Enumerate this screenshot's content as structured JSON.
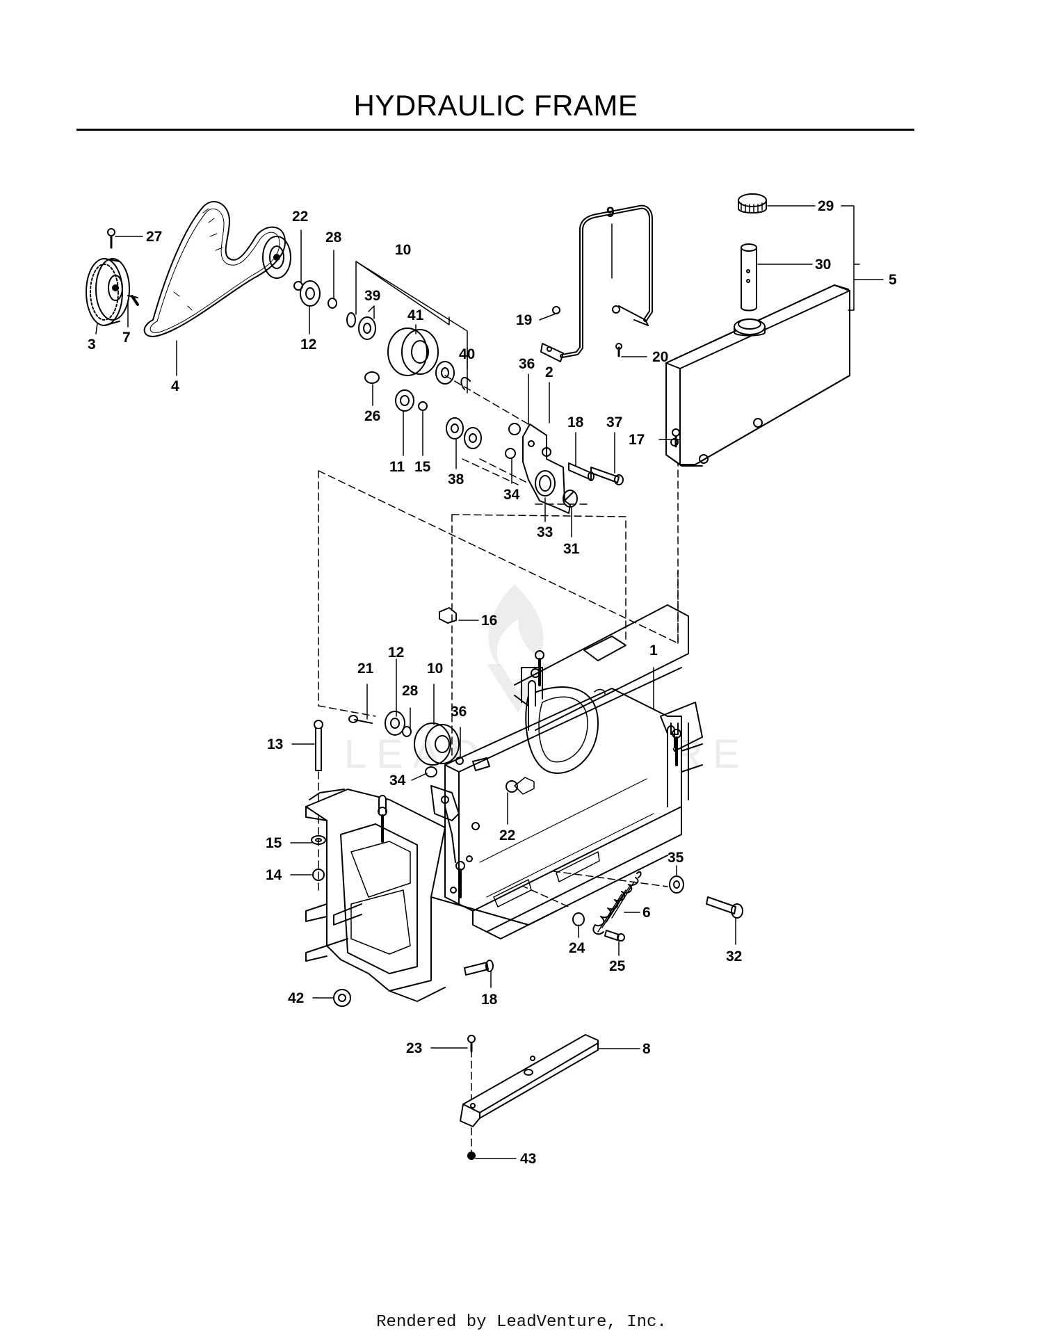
{
  "title": "HYDRAULIC FRAME",
  "watermark": {
    "text": "LEADVENTURE",
    "icon": "leadventure-flame-logo"
  },
  "footer": "Rendered by LeadVenture, Inc.",
  "callouts": [
    {
      "id": "c27a",
      "label": "27"
    },
    {
      "id": "c3",
      "label": "3"
    },
    {
      "id": "c7",
      "label": "7"
    },
    {
      "id": "c4",
      "label": "4"
    },
    {
      "id": "c22a",
      "label": "22"
    },
    {
      "id": "c12a",
      "label": "12"
    },
    {
      "id": "c28a",
      "label": "28"
    },
    {
      "id": "c10a",
      "label": "10"
    },
    {
      "id": "c39",
      "label": "39"
    },
    {
      "id": "c41",
      "label": "41"
    },
    {
      "id": "c40",
      "label": "40"
    },
    {
      "id": "c26",
      "label": "26"
    },
    {
      "id": "c11",
      "label": "11"
    },
    {
      "id": "c15a",
      "label": "15"
    },
    {
      "id": "c38",
      "label": "38"
    },
    {
      "id": "c34a",
      "label": "34"
    },
    {
      "id": "c36a",
      "label": "36"
    },
    {
      "id": "c2",
      "label": "2"
    },
    {
      "id": "c33",
      "label": "33"
    },
    {
      "id": "c31",
      "label": "31"
    },
    {
      "id": "c18a",
      "label": "18"
    },
    {
      "id": "c37",
      "label": "37"
    },
    {
      "id": "c9",
      "label": "9"
    },
    {
      "id": "c19",
      "label": "19"
    },
    {
      "id": "c20",
      "label": "20"
    },
    {
      "id": "c29",
      "label": "29"
    },
    {
      "id": "c30",
      "label": "30"
    },
    {
      "id": "c5",
      "label": "5"
    },
    {
      "id": "c17",
      "label": "17"
    },
    {
      "id": "c16",
      "label": "16"
    },
    {
      "id": "c1",
      "label": "1"
    },
    {
      "id": "c21",
      "label": "21"
    },
    {
      "id": "c12b",
      "label": "12"
    },
    {
      "id": "c10b",
      "label": "10"
    },
    {
      "id": "c28b",
      "label": "28"
    },
    {
      "id": "c36b",
      "label": "36"
    },
    {
      "id": "c13",
      "label": "13"
    },
    {
      "id": "c34b",
      "label": "34"
    },
    {
      "id": "c22b",
      "label": "22"
    },
    {
      "id": "c15b",
      "label": "15"
    },
    {
      "id": "c14",
      "label": "14"
    },
    {
      "id": "c35",
      "label": "35"
    },
    {
      "id": "c6",
      "label": "6"
    },
    {
      "id": "c24",
      "label": "24"
    },
    {
      "id": "c25",
      "label": "25"
    },
    {
      "id": "c32",
      "label": "32"
    },
    {
      "id": "c42",
      "label": "42"
    },
    {
      "id": "c18b",
      "label": "18"
    },
    {
      "id": "c23",
      "label": "23"
    },
    {
      "id": "c8",
      "label": "8"
    },
    {
      "id": "c43",
      "label": "43"
    }
  ]
}
